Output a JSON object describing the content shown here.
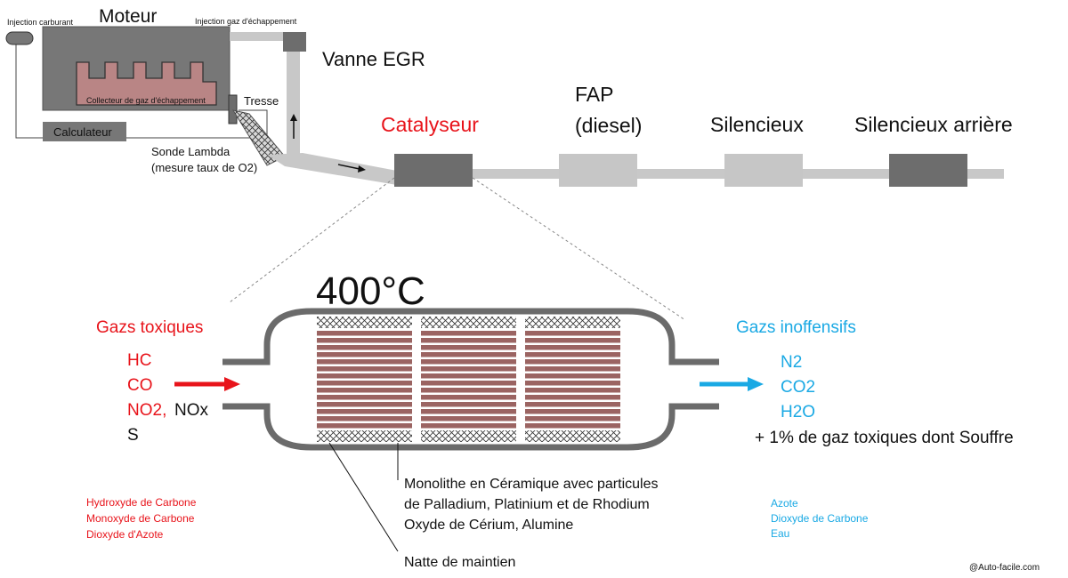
{
  "engine": {
    "title": "Moteur",
    "fuel_injection": "Injection carburant",
    "exhaust_injection": "Injection gaz d'échappement",
    "manifold": "Collecteur de gaz d'échappement",
    "ecu": "Calculateur",
    "braid": "Tresse",
    "lambda_line1": "Sonde Lambda",
    "lambda_line2": "(mesure taux de O2)"
  },
  "exhaust_line": {
    "egr_valve": "Vanne EGR",
    "catalyst": "Catalyseur",
    "dpf_line1": "FAP",
    "dpf_line2": "(diesel)",
    "muffler": "Silencieux",
    "rear_muffler": "Silencieux arrière"
  },
  "catalyst_detail": {
    "temperature": "400°C",
    "toxic_title": "Gazs toxiques",
    "toxic_gases": [
      "HC",
      "CO",
      "NO2,",
      "NOx",
      "S"
    ],
    "toxic_names": [
      "Hydroxyde de Carbone",
      "Monoxyde de Carbone",
      "Dioxyde d'Azote"
    ],
    "harmless_title": "Gazs inoffensifs",
    "harmless_gases": [
      "N2",
      "CO2",
      "H2O"
    ],
    "residual": "+ 1% de gaz toxiques dont Souffre",
    "harmless_names": [
      "Azote",
      "Dioxyde de Carbone",
      "Eau"
    ],
    "monolith_lines": [
      "Monolithe en Céramique avec particules",
      "de Palladium, Platinium et de Rhodium",
      "Oxyde de Cérium, Alumine"
    ],
    "mat": "Natte de maintien"
  },
  "credit": "@Auto-facile.com",
  "colors": {
    "toxic": "#e8141b",
    "harmless": "#1aa9e4",
    "pipe": "#c8c8c8",
    "dark_box": "#6d6d6d",
    "light_box": "#c6c6c6",
    "monolith": "#9b6462",
    "shell": "#6b6b6b"
  }
}
